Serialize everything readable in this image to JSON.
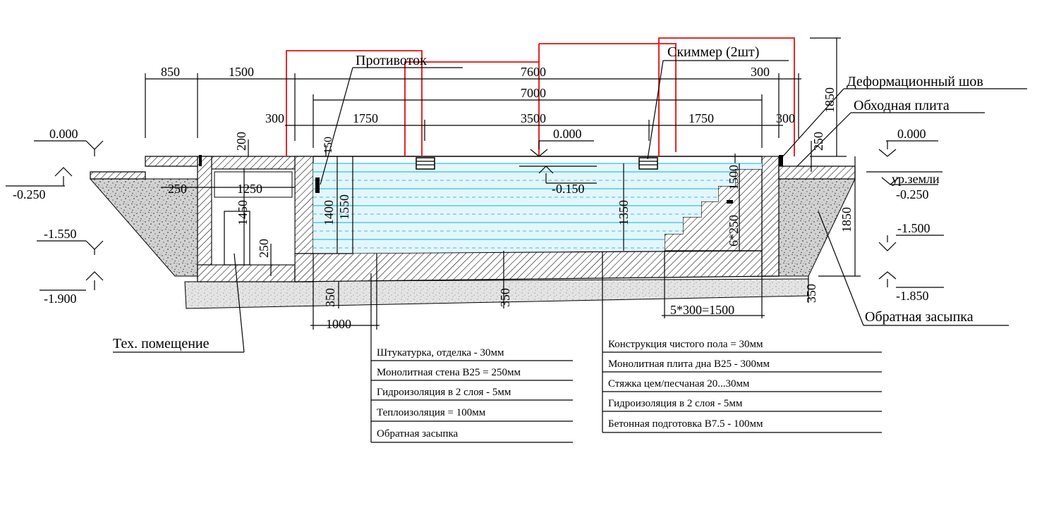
{
  "colors": {
    "water": "#e3f6fb",
    "water_lines": "#33c4dd",
    "pipes": "#e01010",
    "concrete_hatch": "#000000",
    "gravel": "#bdbdbd"
  },
  "labels": {
    "counterflow": "Противоток",
    "skimmer": "Скиммер (2шт)",
    "deformation_joint": "Деформационный шов",
    "bypass_slab": "Обходная плита",
    "ground_level": "ур.земли",
    "backfill": "Обратная засыпка",
    "tech_room": "Тех. помещение"
  },
  "levels": {
    "left_top": "0.000",
    "left_ground": "-0.250",
    "left_mid": "-1.550",
    "left_bottom": "-1.900",
    "pool_surface": "0.000",
    "water_level": "-0.150",
    "right_top": "0.000",
    "right_ground": "-0.250",
    "right_mid": "-1.500",
    "right_bottom": "-1.850"
  },
  "dimensions": {
    "d850": "850",
    "d1500_top": "1500",
    "d7600": "7600",
    "d300_tr": "300",
    "d7000": "7000",
    "d300_l": "300",
    "d1750_l": "1750",
    "d3500": "3500",
    "d1750_r": "1750",
    "d300_r": "300",
    "d1850_top": "1850",
    "d250_r": "250",
    "d200": "200",
    "d150": "150",
    "d250_l": "250",
    "d1250": "1250",
    "d1450": "1450",
    "d250_v": "250",
    "d1400": "1400",
    "d1550": "1550",
    "d1350": "1350",
    "d1500_v": "1500",
    "steps": "6*250",
    "d1850_r": "1850",
    "d350_a": "350",
    "d350_b": "350",
    "d350_c": "350",
    "d1000": "1000",
    "treads": "5*300=1500"
  },
  "wall_layers": [
    "Штукатурка, отделка - 30мм",
    "Монолитная стена В25 = 250мм",
    "Гидроизоляция в 2 слоя - 5мм",
    "Теплоизоляция = 100мм",
    "Обратная засыпка"
  ],
  "floor_layers": [
    "Конструкция чистого пола = 30мм",
    "Монолитная плита дна В25 - 300мм",
    "Стяжка цем/песчаная 20...30мм",
    "Гидроизоляция в 2 слоя - 5мм",
    "Бетонная подготовка В7.5 - 100мм"
  ]
}
